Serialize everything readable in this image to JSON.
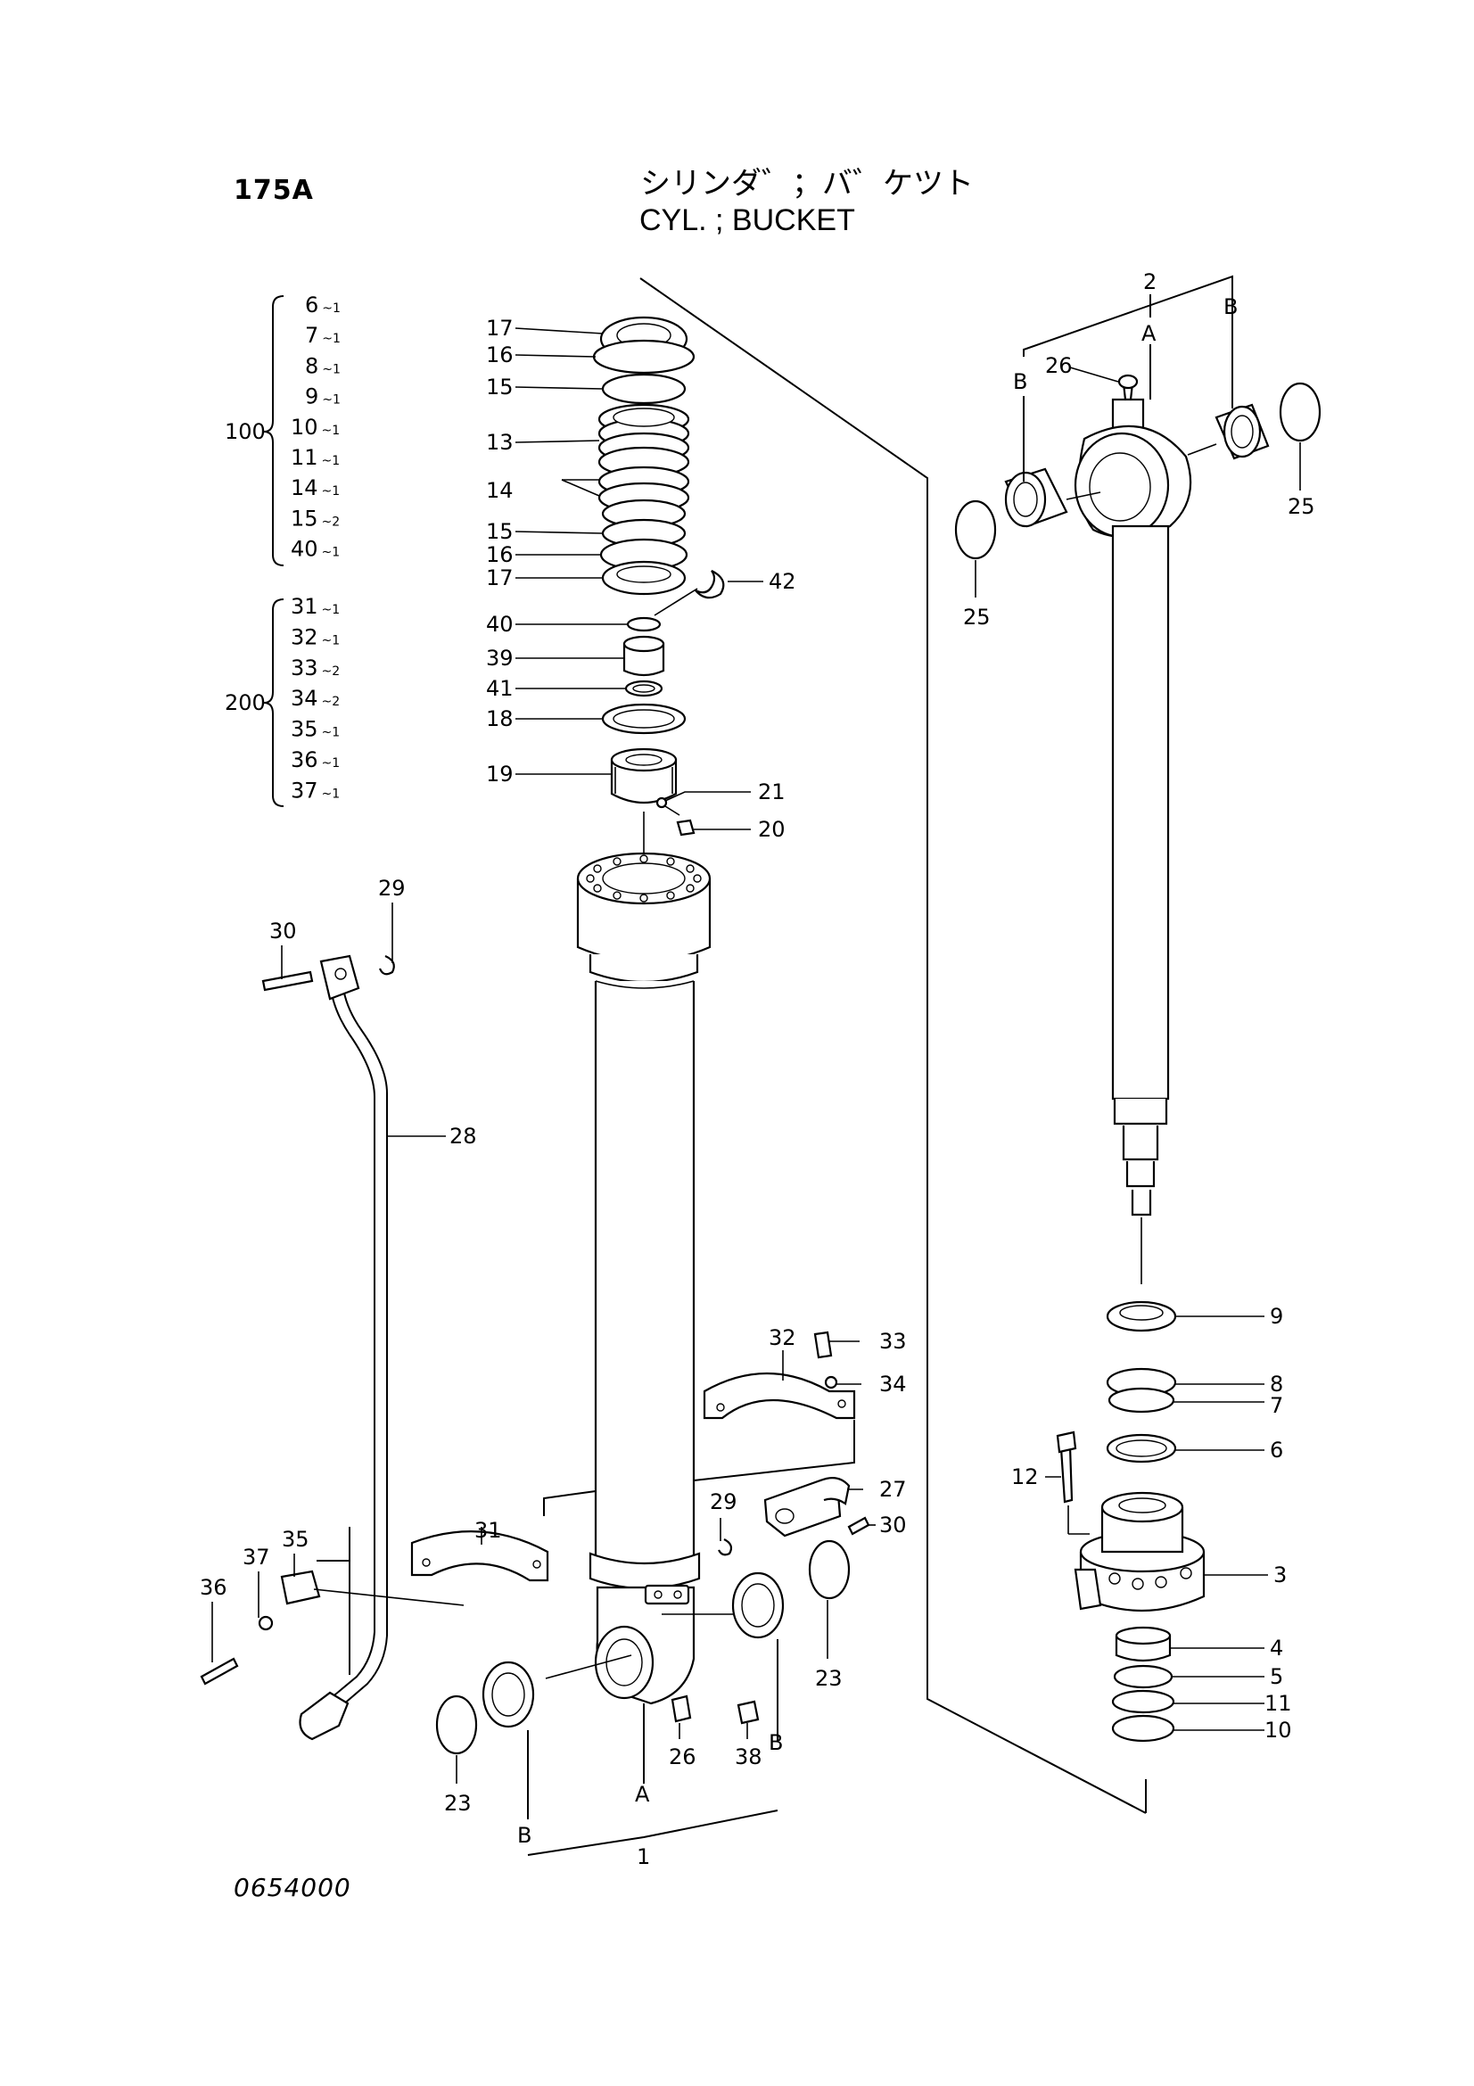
{
  "header": {
    "page_code": "175A",
    "title_ja": "シリンダ゛；バ゛ケツト",
    "title_en": "CYL. ; BUCKET"
  },
  "footer": {
    "drawing_no": "0654000"
  },
  "kits": [
    {
      "code": "100",
      "items": [
        {
          "no": "6",
          "qty": "1"
        },
        {
          "no": "7",
          "qty": "1"
        },
        {
          "no": "8",
          "qty": "1"
        },
        {
          "no": "9",
          "qty": "1"
        },
        {
          "no": "10",
          "qty": "1"
        },
        {
          "no": "11",
          "qty": "1"
        },
        {
          "no": "14",
          "qty": "1"
        },
        {
          "no": "15",
          "qty": "2"
        },
        {
          "no": "40",
          "qty": "1"
        }
      ]
    },
    {
      "code": "200",
      "items": [
        {
          "no": "31",
          "qty": "1"
        },
        {
          "no": "32",
          "qty": "1"
        },
        {
          "no": "33",
          "qty": "2"
        },
        {
          "no": "34",
          "qty": "2"
        },
        {
          "no": "35",
          "qty": "1"
        },
        {
          "no": "36",
          "qty": "1"
        },
        {
          "no": "37",
          "qty": "1"
        }
      ]
    }
  ],
  "callouts": {
    "c17a": "17",
    "c16a": "16",
    "c15a": "15",
    "c13": "13",
    "c14": "14",
    "c15b": "15",
    "c16b": "16",
    "c17b": "17",
    "c42": "42",
    "c40": "40",
    "c39": "39",
    "c41": "41",
    "c18": "18",
    "c19": "19",
    "c21": "21",
    "c20": "20",
    "c29a": "29",
    "c30a": "30",
    "c28": "28",
    "c32": "32",
    "c33": "33",
    "c34": "34",
    "c27": "27",
    "c29b": "29",
    "c30b": "30",
    "c31": "31",
    "c35": "35",
    "c37": "37",
    "c36": "36",
    "c23a": "23",
    "c23b": "23",
    "c26b": "26",
    "c38": "38",
    "cBa": "B",
    "cBb": "B",
    "cAa": "A",
    "c1": "1",
    "c2": "2",
    "cAb": "A",
    "cBc": "B",
    "cBd": "B",
    "c26a": "26",
    "c25a": "25",
    "c25b": "25",
    "c9": "9",
    "c8": "8",
    "c7": "7",
    "c6": "6",
    "c12": "12",
    "c3": "3",
    "c4": "4",
    "c5": "5",
    "c11": "11",
    "c10": "10"
  }
}
